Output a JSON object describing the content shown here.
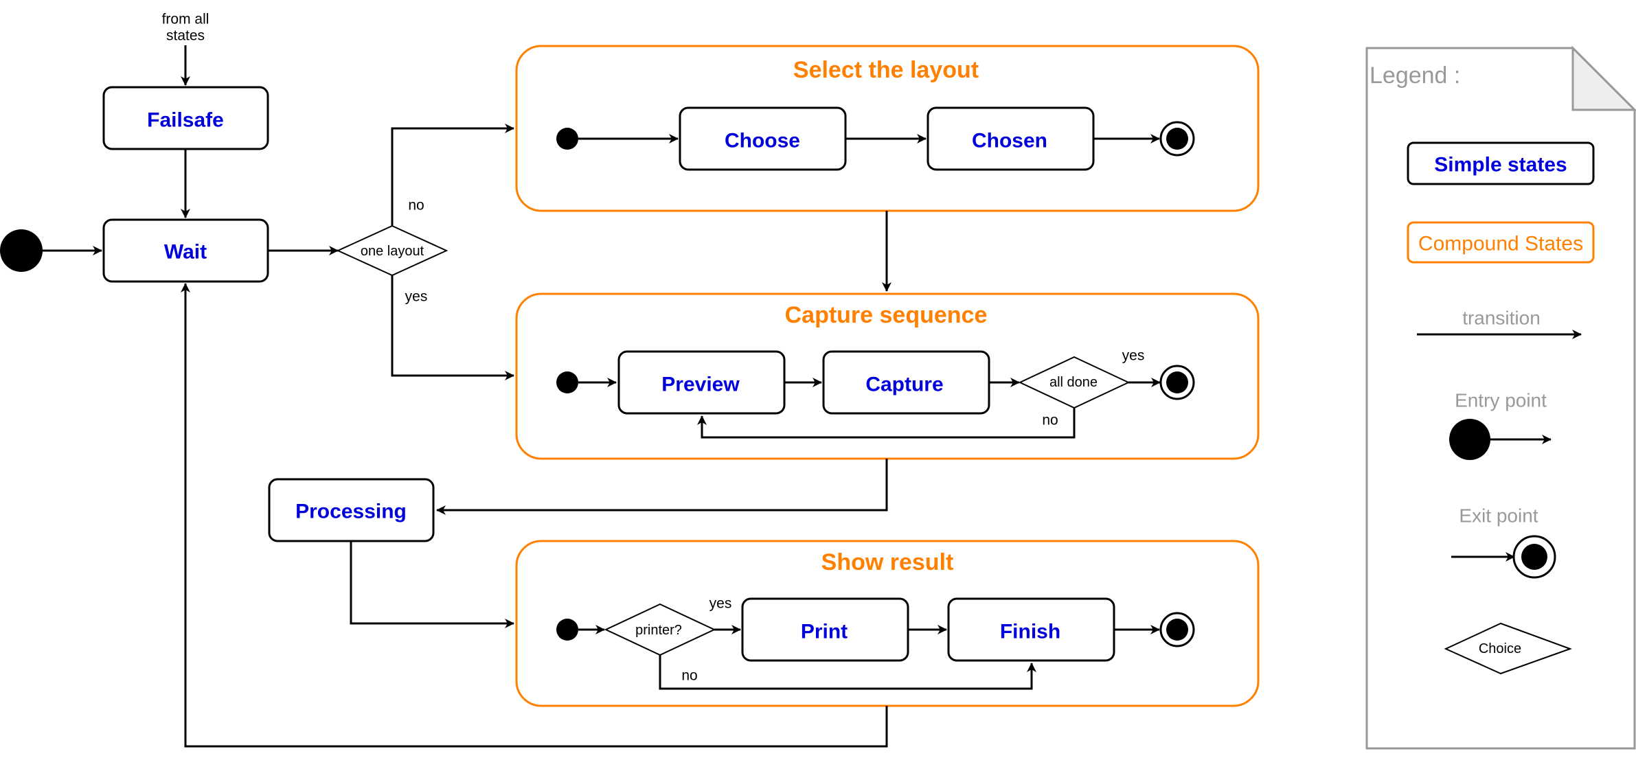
{
  "colors": {
    "simple_state_text": "#0000dd",
    "compound_state": "#ff8000",
    "legend_text": "#999999",
    "line": "#000000"
  },
  "notes": {
    "from_all_states": [
      "from all",
      "states"
    ]
  },
  "states": {
    "failsafe": "Failsafe",
    "wait": "Wait",
    "processing": "Processing",
    "choose": "Choose",
    "chosen": "Chosen",
    "preview": "Preview",
    "capture": "Capture",
    "print": "Print",
    "finish": "Finish"
  },
  "compound_states": {
    "select_layout": "Select the layout",
    "capture_sequence": "Capture sequence",
    "show_result": "Show result"
  },
  "choices": {
    "one_layout": "one layout",
    "all_done": "all done",
    "printer": "printer?"
  },
  "edge_labels": {
    "one_layout_no": "no",
    "one_layout_yes": "yes",
    "all_done_yes": "yes",
    "all_done_no": "no",
    "printer_yes": "yes",
    "printer_no": "no"
  },
  "legend": {
    "title": "Legend :",
    "simple_states": "Simple states",
    "compound_states": "Compound States",
    "transition": "transition",
    "entry_point": "Entry point",
    "exit_point": "Exit point",
    "choice": "Choice"
  }
}
